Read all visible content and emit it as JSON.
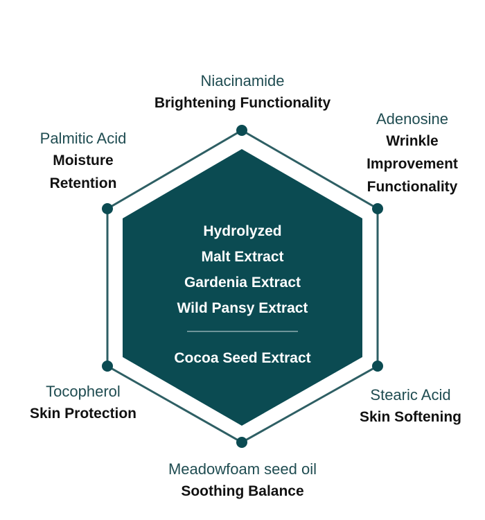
{
  "colors": {
    "hexagon_fill": "#0b4b52",
    "outline": "#2e5f64",
    "node": "#0b4b52",
    "name_text": "#1f4c51",
    "function_text": "#111111",
    "center_text": "#ffffff"
  },
  "center": {
    "ingredients": [
      "Hydrolyzed",
      "Malt Extract",
      "Gardenia Extract",
      "Wild Pansy Extract"
    ],
    "extra": "Cocoa Seed Extract"
  },
  "nodes": {
    "top": {
      "name": "Niacinamide",
      "function": "Brightening Functionality"
    },
    "top_right": {
      "name": "Adenosine",
      "function": "Wrinkle Improvement Functionality"
    },
    "bottom_right": {
      "name": "Stearic Acid",
      "function": "Skin Softening"
    },
    "bottom": {
      "name": "Meadowfoam seed oil",
      "function": "Soothing Balance"
    },
    "bottom_left": {
      "name": "Tocopherol",
      "function": "Skin Protection"
    },
    "top_left": {
      "name": "Palmitic Acid",
      "function": "Moisture Retention"
    }
  }
}
